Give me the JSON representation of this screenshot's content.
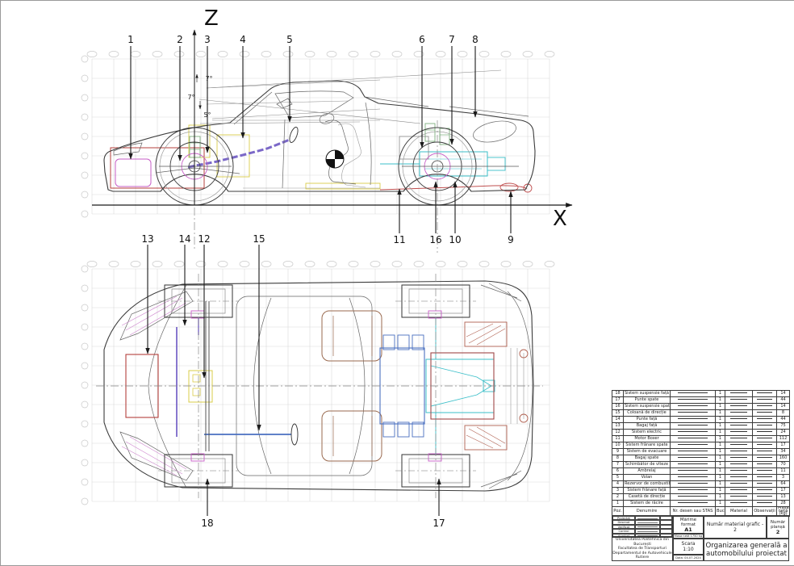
{
  "sheet": {
    "axis_z": "Z",
    "axis_x": "X",
    "angle_windshield": "7°",
    "angle_hood": "7°",
    "angle_cowl": "5°"
  },
  "callouts": {
    "n1": "1",
    "n2": "2",
    "n3": "3",
    "n4": "4",
    "n5": "5",
    "n6": "6",
    "n7": "7",
    "n8": "8",
    "n9": "9",
    "n10": "10",
    "n11": "11",
    "n12": "12",
    "n13": "13",
    "n14": "14",
    "n15": "15",
    "n16": "16",
    "n17": "17",
    "n18": "18"
  },
  "parts_table": {
    "headers": {
      "poz": "Poz.",
      "denumire": "Denumire",
      "nr": "Nr. desen sau STAS",
      "buc": "Buc.",
      "material": "Material",
      "obs": "Observații",
      "masa": "Masa netă (kg)"
    },
    "rows": [
      {
        "poz": "18",
        "name": "Sistem suspensie față",
        "qty": "1",
        "mass": "14"
      },
      {
        "poz": "17",
        "name": "Punte spate",
        "qty": "1",
        "mass": "44"
      },
      {
        "poz": "16",
        "name": "Sistem suspensie spate",
        "qty": "1",
        "mass": "14"
      },
      {
        "poz": "15",
        "name": "Coloană de direcție",
        "qty": "1",
        "mass": "8"
      },
      {
        "poz": "14",
        "name": "Punte față",
        "qty": "1",
        "mass": "44"
      },
      {
        "poz": "13",
        "name": "Bagaj față",
        "qty": "1",
        "mass": "75"
      },
      {
        "poz": "12",
        "name": "Sistem electric",
        "qty": "1",
        "mass": "24"
      },
      {
        "poz": "11",
        "name": "Motor Boxer",
        "qty": "1",
        "mass": "112"
      },
      {
        "poz": "10",
        "name": "Sistem frânare spate",
        "qty": "1",
        "mass": "17"
      },
      {
        "poz": "9",
        "name": "Sistem de evacuare",
        "qty": "1",
        "mass": "34"
      },
      {
        "poz": "8",
        "name": "Bagaj spate",
        "qty": "1",
        "mass": "160"
      },
      {
        "poz": "7",
        "name": "Schimbător de viteze",
        "qty": "1",
        "mass": "70"
      },
      {
        "poz": "6",
        "name": "Ambreiaj",
        "qty": "1",
        "mass": "11"
      },
      {
        "poz": "5",
        "name": "Volan",
        "qty": "1",
        "mass": "3"
      },
      {
        "poz": "4",
        "name": "Rezervor de combustibil",
        "qty": "1",
        "mass": "64"
      },
      {
        "poz": "3",
        "name": "Sistem frânare față",
        "qty": "1",
        "mass": "17"
      },
      {
        "poz": "2",
        "name": "Casetă de direcție",
        "qty": "1",
        "mass": "13"
      },
      {
        "poz": "1",
        "name": "Sistem de răcire",
        "qty": "1",
        "mass": "28"
      }
    ]
  },
  "title_block": {
    "signature_labels": [
      "Proiectat",
      "Desenat",
      "Verificat",
      "Control",
      "Aprobat"
    ],
    "university_lines": [
      "Universitatea Politehnica din București",
      "Facultatea de Transporturi",
      "Departamentul de Autovehicule Rutiere"
    ],
    "marime_label": "Mărime format",
    "format": "A1",
    "masa_neta": "Masa netă 1750 kg",
    "scara_label": "Scara",
    "scara": "1:10",
    "data": "Data: 04.07.2024",
    "numar_material": "Număr material grafic - 2",
    "numar_plansa_label": "Număr planșă",
    "numar_plansa": "2",
    "title_line1": "Organizarea generală a",
    "title_line2": "automobilului proiectat"
  }
}
